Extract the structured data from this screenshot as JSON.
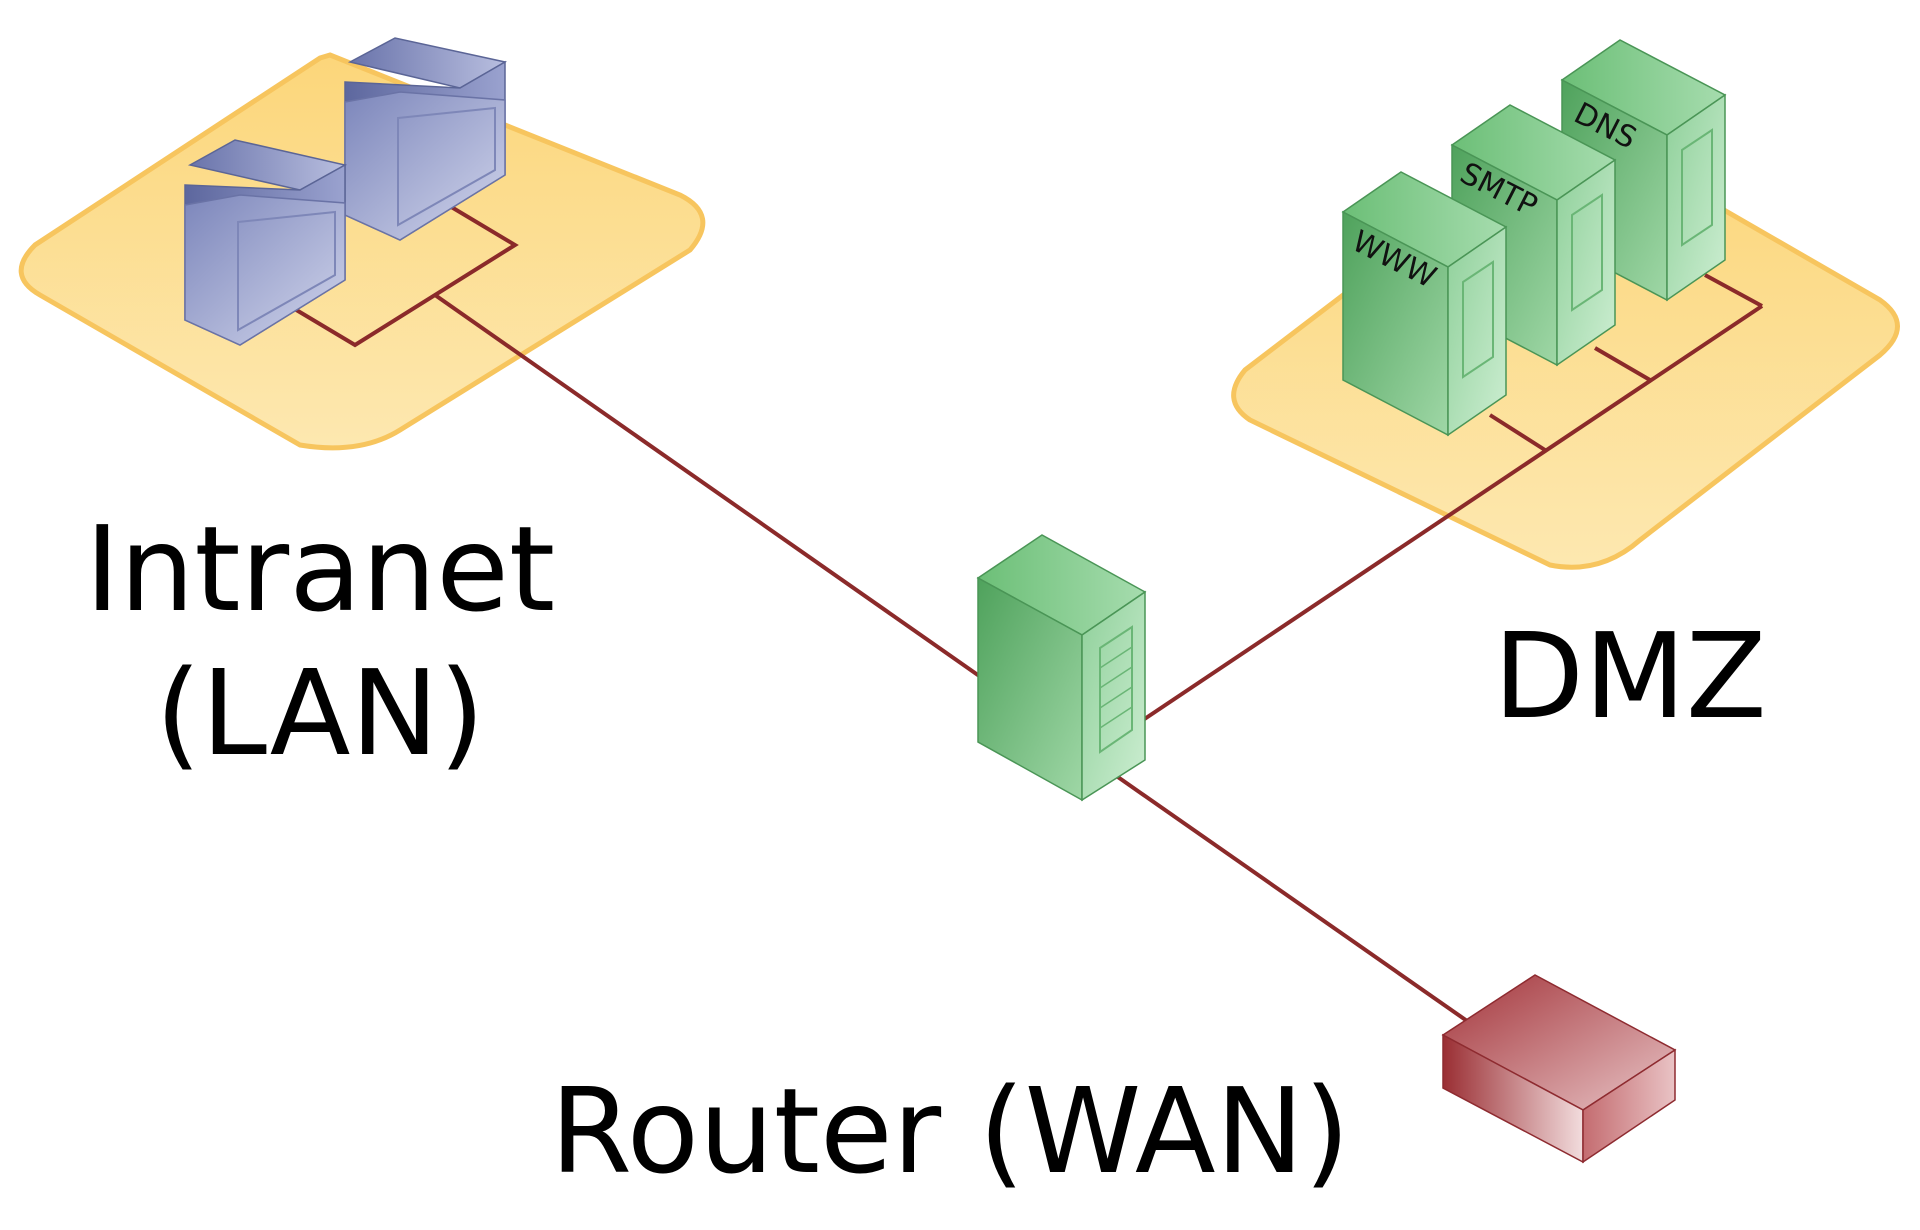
{
  "labels": {
    "intranet_line1": "Intranet",
    "intranet_line2": "(LAN)",
    "dmz": "DMZ",
    "router": "Router (WAN)"
  },
  "servers": {
    "www": "WWW",
    "smtp": "SMTP",
    "dns": "DNS"
  },
  "colors": {
    "zone_fill": "#fcdc8c",
    "zone_stroke": "#f7c55e",
    "link": "#8b2a2a",
    "server_green": "#5fb06a",
    "workstation_blue": "#8f98c6",
    "router_red": "#a83a3a"
  }
}
